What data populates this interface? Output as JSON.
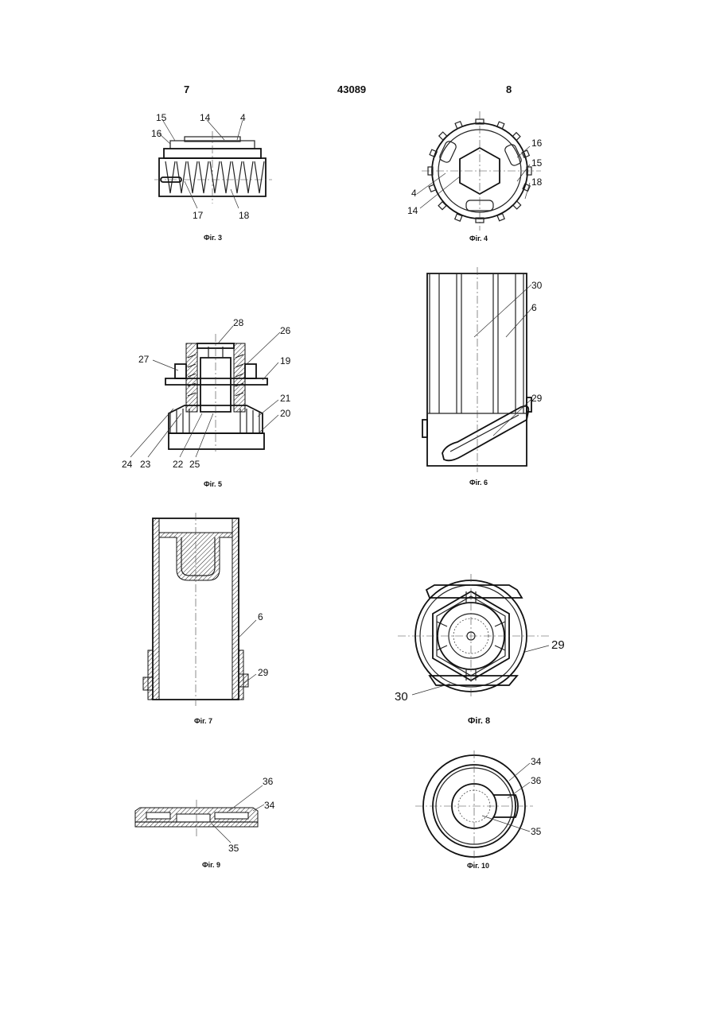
{
  "header": {
    "left_page": "7",
    "patent_number": "43089",
    "right_page": "8"
  },
  "figures": {
    "fig3": {
      "caption": "Фіг. 3",
      "labels": [
        "15",
        "14",
        "4",
        "16",
        "17",
        "18"
      ]
    },
    "fig4": {
      "caption": "Фіг. 4",
      "labels": [
        "16",
        "15",
        "4",
        "18",
        "14"
      ]
    },
    "fig5": {
      "caption": "Фіг. 5",
      "labels": [
        "28",
        "26",
        "27",
        "19",
        "21",
        "20",
        "24",
        "23",
        "22",
        "25"
      ]
    },
    "fig6": {
      "caption": "Фіг. 6",
      "labels": [
        "30",
        "6",
        "29"
      ]
    },
    "fig7": {
      "caption": "Фіг. 7",
      "labels": [
        "6",
        "29"
      ]
    },
    "fig8": {
      "caption": "Фіг. 8",
      "labels": [
        "29",
        "30"
      ]
    },
    "fig9": {
      "caption": "Фіг. 9",
      "labels": [
        "36",
        "34",
        "35"
      ]
    },
    "fig10": {
      "caption": "Фіг. 10",
      "labels": [
        "34",
        "36",
        "35"
      ]
    }
  }
}
